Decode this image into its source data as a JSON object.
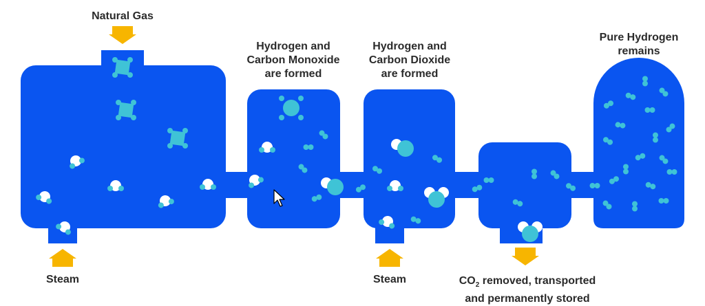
{
  "colors": {
    "vessel": "#0a55f0",
    "arrow": "#f7b500",
    "molecule_teal": "#3fc3d6",
    "molecule_white": "#ffffff",
    "text": "#2b2b2b"
  },
  "labels": {
    "natural_gas": "Natural Gas",
    "steam_left": "Steam",
    "co_stage": [
      "Hydrogen and",
      "Carbon Monoxide",
      "are formed"
    ],
    "co2_stage": [
      "Hydrogen and",
      "Carbon Dioxide",
      "are formed"
    ],
    "steam_right": "Steam",
    "co2_removed_line1_pre": "CO",
    "co2_removed_line1_sub": "2",
    "co2_removed_line1_post": " removed, transported",
    "co2_removed_line2": "and permanently stored",
    "pure_h2": [
      "Pure Hydrogen",
      "remains"
    ]
  },
  "icons": {
    "cursor": "mouse-pointer-icon",
    "input_arrow": "down-arrow-icon",
    "steam_arrow": "up-arrow-icon"
  }
}
